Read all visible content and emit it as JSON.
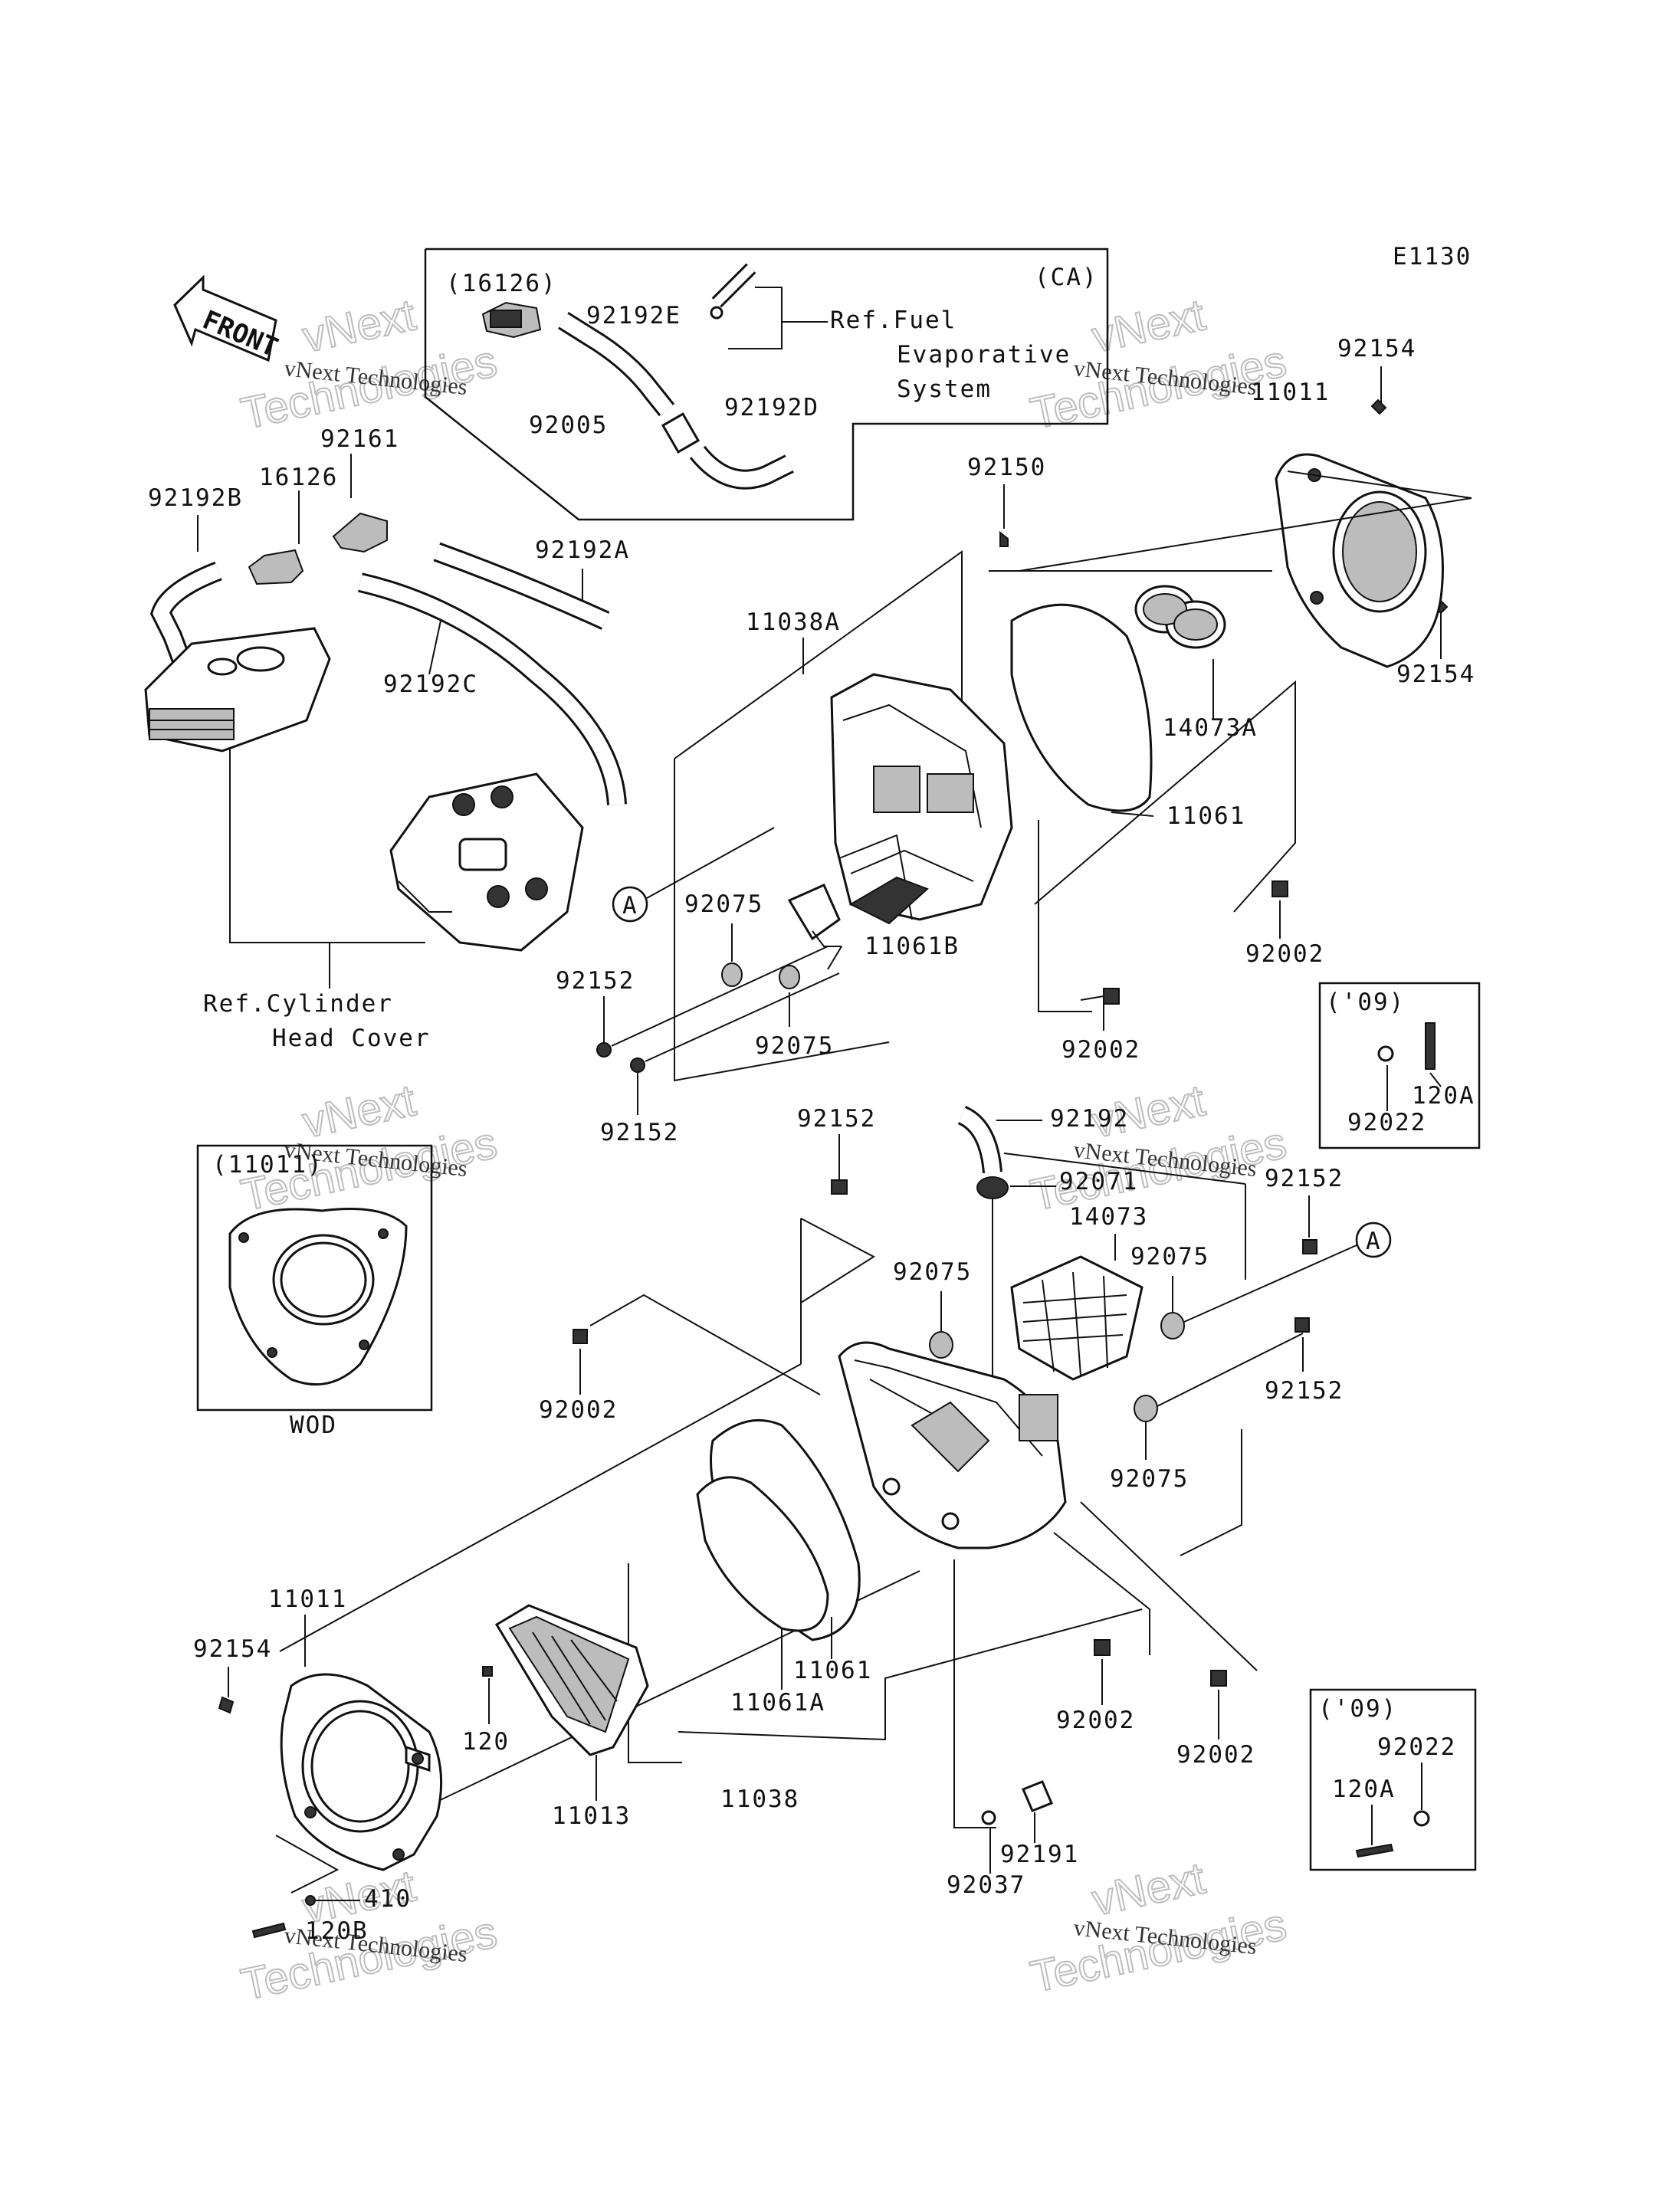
{
  "diagram_code": "E1130",
  "front_label": "FRONT",
  "watermark": {
    "line1": "vNext Technologies",
    "line2": "vNext",
    "line3": "Technologies"
  },
  "ca_box": {
    "title": "(CA)",
    "labels": {
      "p16126_ref": "(16126)",
      "p92192E": "92192E",
      "p92005": "92005",
      "p92192D": "92192D",
      "ref_fuel_1": "Ref.Fuel",
      "ref_fuel_2": "Evaporative",
      "ref_fuel_3": "System"
    }
  },
  "wod_box": {
    "ref": "(11011)",
    "caption": "WOD"
  },
  "y09_box_top": {
    "year": "('09)",
    "p120A": "120A",
    "p92022": "92022"
  },
  "y09_box_bottom": {
    "year": "('09)",
    "p92022": "92022",
    "p120A": "120A"
  },
  "ref_cylinder": {
    "line1": "Ref.Cylinder",
    "line2": "Head Cover"
  },
  "callout_a": "A",
  "labels": {
    "p92154_top": "92154",
    "p11011_top": "11011",
    "p92154_mid": "92154",
    "p92161": "92161",
    "p16126": "16126",
    "p92192B": "92192B",
    "p92192A": "92192A",
    "p92192C": "92192C",
    "p92150": "92150",
    "p11038A": "11038A",
    "p14073A": "14073A",
    "p11061_top": "11061",
    "p92002_r1": "92002",
    "p92075_a": "92075",
    "p11061B": "11061B",
    "p92152_a": "92152",
    "p92075_b": "92075",
    "p92002_c": "92002",
    "p92152_b": "92152",
    "p92152_c": "92152",
    "p92192": "92192",
    "p92071": "92071",
    "p92152_d": "92152",
    "p14073": "14073",
    "p92075_c": "92075",
    "p92075_d": "92075",
    "p92002_d": "92002",
    "p92152_e": "92152",
    "p92075_e": "92075",
    "p11011_bot": "11011",
    "p92154_bot": "92154",
    "p120": "120",
    "p11061_bot": "11061",
    "p11061A": "11061A",
    "p92002_e": "92002",
    "p92002_f": "92002",
    "p11013": "11013",
    "p11038": "11038",
    "p92191": "92191",
    "p92037": "92037",
    "p410": "410",
    "p120B": "120B"
  }
}
